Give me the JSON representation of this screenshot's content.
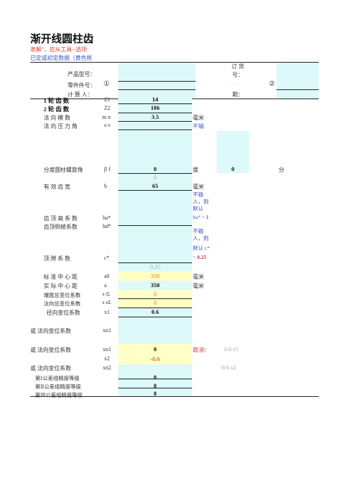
{
  "header": {
    "title": "渐开线圆柱齿",
    "note_red": "表解\"，应从工具--选项",
    "note_blue": "已定或初定数据（黄色框"
  },
  "info": {
    "product_label": "产品型号：",
    "part_label": "零件件号：",
    "part_mark": "①",
    "calc_label": "计 算 人：",
    "order_label_1": "订  货",
    "order_label_2": "号：",
    "order_dots": ". . . . .",
    "order_mark": "②",
    "date_label": "期："
  },
  "rows": {
    "z1": {
      "label": "1 轮 齿 数",
      "symbol": "Z1",
      "value": "14"
    },
    "z2": {
      "label": "2 轮 齿 数",
      "symbol": "Z2",
      "value": "186"
    },
    "mn": {
      "label": "法 向 模 数",
      "symbol": "m n",
      "value": "3.5",
      "unit": "毫米"
    },
    "an": {
      "label": "法 向 压 力 角",
      "symbol": "α n",
      "unit": "不输"
    },
    "beta": {
      "label": "分度圆柱螺旋角",
      "symbol": "β f",
      "value": "0",
      "unit": "度",
      "value2": "0",
      "unit2": "分",
      "sub": "0"
    },
    "b": {
      "label": "有 效 齿 宽",
      "symbol": "b",
      "value": "65",
      "unit": "毫米"
    },
    "ha": {
      "label": "齿 顶 高 系 数",
      "symbol": "ha*",
      "note": [
        "不输",
        "入，则",
        "默认"
      ],
      "note_key": "ha* = ",
      "note_val": "1"
    },
    "hd": {
      "label": "齿顶倒棱系数",
      "symbol": "hd*"
    },
    "c": {
      "label": "顶 隙 系 数",
      "symbol": "c*",
      "note": [
        "不输",
        "入，则",
        "默认 c*"
      ],
      "note_key": "= ",
      "note_val": "0.25",
      "sub": "0.25"
    },
    "a0": {
      "label": "标 准 中 心 距",
      "symbol": "a0",
      "value": "350",
      "unit": "毫米"
    },
    "a": {
      "label": "实 际 中 心 距",
      "symbol": "a",
      "value": "350",
      "unit": "毫米"
    },
    "xt": {
      "label": "端面总变位系数",
      "symbol": "x tΣ",
      "value": "0"
    },
    "xn": {
      "label": "法向总变位系数",
      "symbol": "x nΣ",
      "value": "0"
    },
    "x1": {
      "label": "径向变位系数",
      "symbol": "x1",
      "value": "0.6"
    },
    "xn1a": {
      "label": "或 法向变位系数",
      "symbol": "xn1"
    },
    "xn1b": {
      "label": "或 法向变位系数",
      "symbol": "xn1",
      "value": "0",
      "note": "取消!",
      "note2": "0.6   x1"
    },
    "x2": {
      "symbol": "x2",
      "value": "-0.6"
    },
    "xn2": {
      "label": "或 法向变位系数",
      "symbol": "xn2",
      "note": "-0.6   x2"
    },
    "g1": {
      "label": "第Ⅰ公差组精度等级",
      "value": "8"
    },
    "g2": {
      "label": "第Ⅱ公差组精度等级",
      "value": "8"
    },
    "g3": {
      "label": "第Ⅲ公差组精度等级",
      "value": "8"
    }
  }
}
